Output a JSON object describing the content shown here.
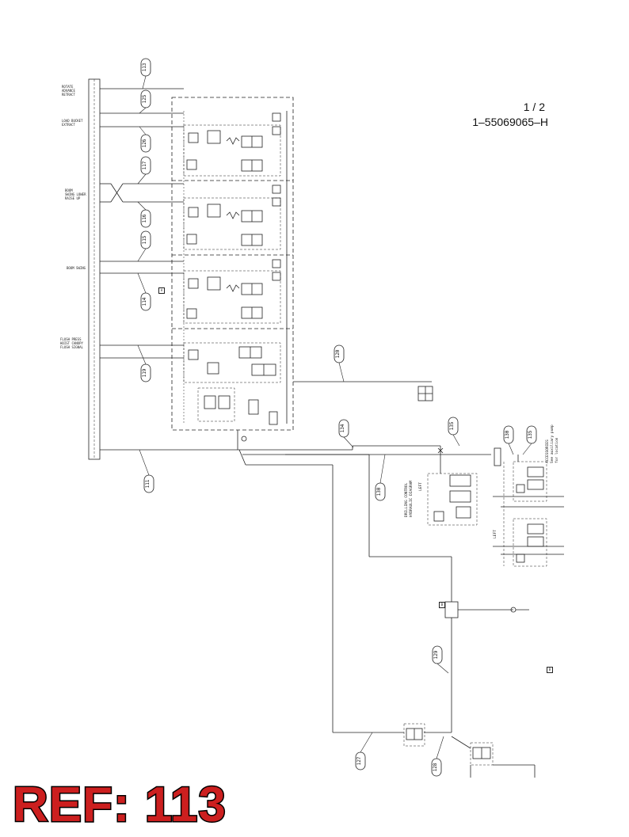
{
  "drawing": {
    "sheet": "1 / 2",
    "number": "1–55069065–H",
    "ref_label": "REF: 113"
  },
  "port_labels": [
    {
      "id": "p1",
      "lines": [
        "ROTATE",
        "ADVANCE",
        "RETRACT"
      ]
    },
    {
      "id": "p2",
      "lines": [
        "LOAD BUCKET",
        "EXTRACT"
      ]
    },
    {
      "id": "p3",
      "lines": [
        "BOOM",
        "SWING LOWER",
        "RAISE UP"
      ]
    },
    {
      "id": "p4",
      "lines": [
        "BOOM SWING"
      ]
    },
    {
      "id": "p5",
      "lines": [
        "FLUSH PRESS",
        "HOIST CANOPY",
        "FLUSH SIGNAL"
      ]
    }
  ],
  "callouts": [
    "113",
    "125",
    "126",
    "117",
    "116",
    "115",
    "114",
    "119",
    "111",
    "120",
    "134",
    "135",
    "130",
    "135",
    "130",
    "129",
    "127",
    "128"
  ],
  "notes": {
    "drilling_control": [
      "DRILLING CONTROL",
      "HYDRAULIC DIAGRAM"
    ],
    "accessories": [
      "ACCESSORIES",
      "See auxiliary pump",
      "for location"
    ],
    "left_a": "LEFT",
    "left_b": "LEFT",
    "tag_a": "A",
    "tag_b": "B",
    "tag_c": "B"
  }
}
